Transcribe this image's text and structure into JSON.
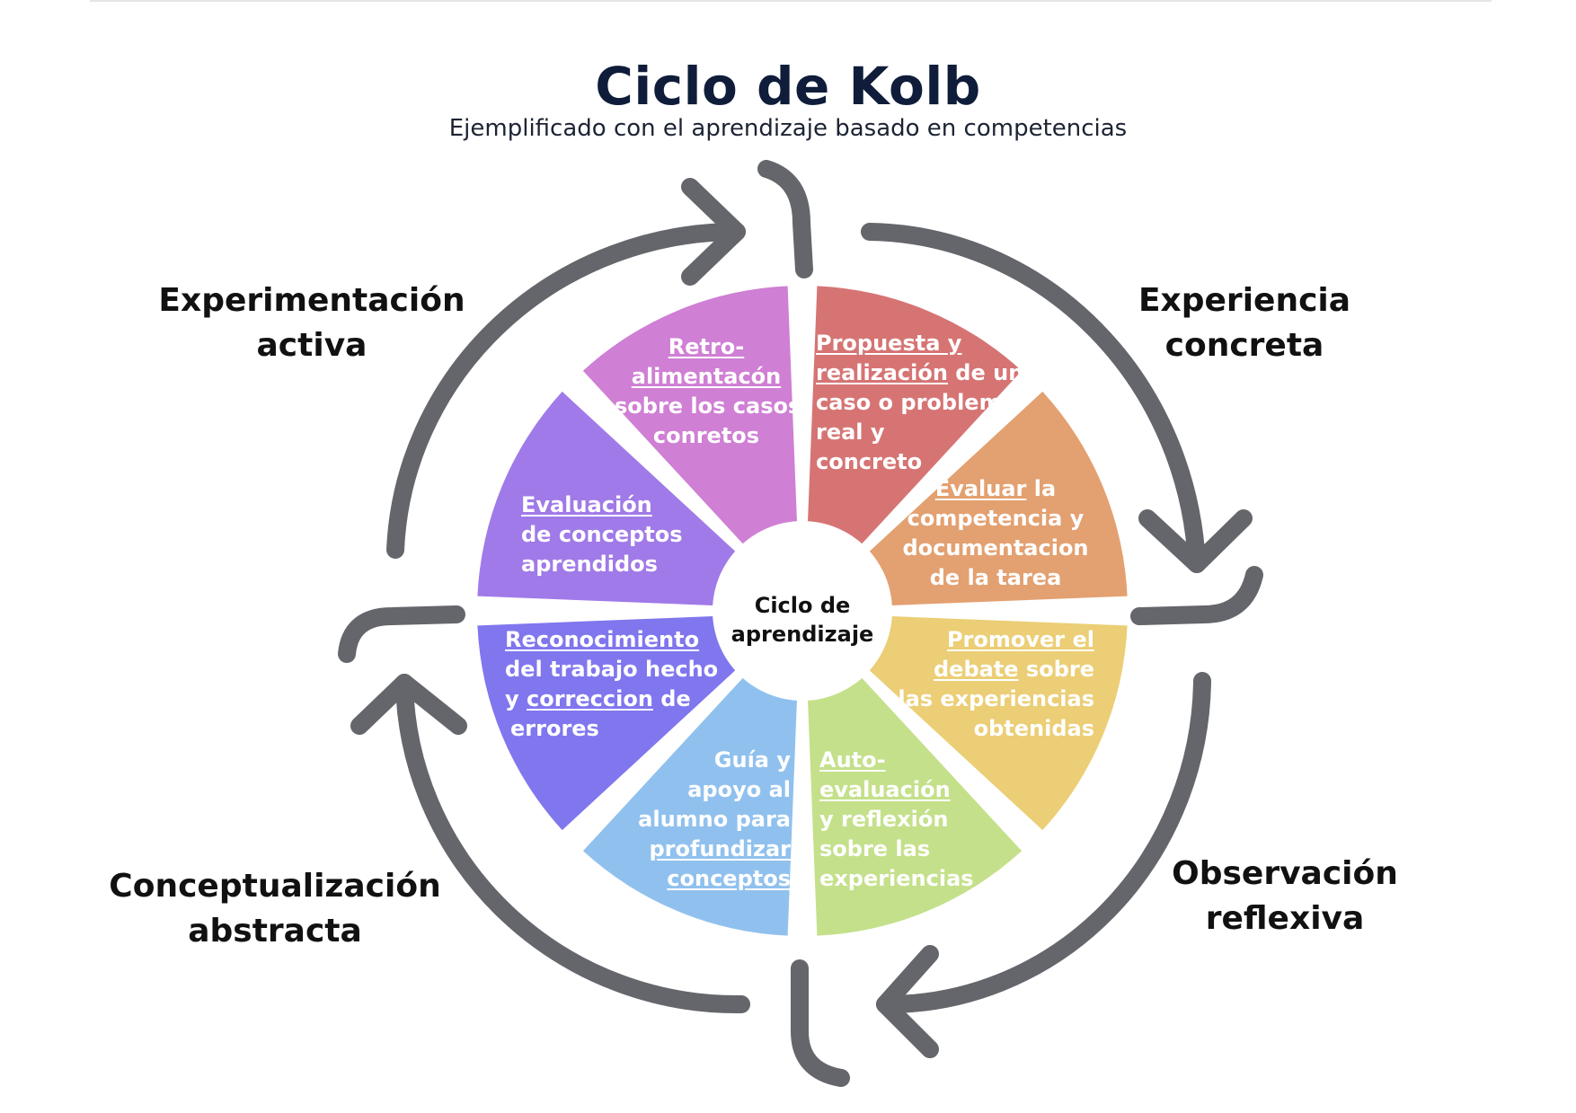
{
  "header": {
    "title": "Ciclo de Kolb",
    "subtitle": "Ejemplificado con el aprendizaje basado en competencias"
  },
  "center": {
    "line1": "Ciclo de",
    "line2": "aprendizaje"
  },
  "stages": {
    "experiencia_concreta": {
      "line1": "Experiencia",
      "line2": "concreta"
    },
    "observacion_reflexiva": {
      "line1": "Observación",
      "line2": "reflexiva"
    },
    "conceptualizacion_abstracta": {
      "line1": "Conceptualización",
      "line2": "abstracta"
    },
    "experimentacion_activa": {
      "line1": "Experimentación",
      "line2": "activa"
    }
  },
  "segments": {
    "propuesta": {
      "l1": "Propuesta y",
      "l2a": "realización",
      "l2b": " de un",
      "l3": "caso o problema",
      "l4": " real y",
      "l5": "concreto"
    },
    "evaluar": {
      "l1a": "Evaluar",
      "l1b": " la",
      "l2": "competencia y",
      "l3": "documentacion",
      "l4": "de  la tarea"
    },
    "promover": {
      "l1": "Promover el",
      "l2a": "debate",
      "l2b": " sobre",
      "l3": "las  experiencias",
      "l4": "obtenidas"
    },
    "autoevaluacion": {
      "l1": "Auto-",
      "l2": "evaluación",
      "l3": " y reflexión",
      "l4": "sobre las",
      "l5": "experiencias"
    },
    "guia": {
      "l1": "Guía y",
      "l2": "apoyo al",
      "l3": "alumno para",
      "l4": "profundizar",
      "l5": "conceptos"
    },
    "reconocimiento": {
      "l1": "Reconocimiento",
      "l2": "del trabajo hecho",
      "l3a": "y ",
      "l3b": "correccion",
      "l3c": " de",
      "l4": "errores"
    },
    "evaluacion_conceptos": {
      "l1": "Evaluación",
      "l2": "de conceptos",
      "l3": "aprendidos"
    },
    "retroalimentacion": {
      "l1": "Retro-",
      "l2": "alimentacón",
      "l3": "sobre los casos",
      "l4": "conretos"
    }
  },
  "colors": {
    "propuesta": "#d67474",
    "evaluar": "#e3a070",
    "promover": "#ebce75",
    "autoevaluacion": "#c4e08a",
    "guia": "#90c1ee",
    "reconocimiento": "#8076ee",
    "evaluacion_conceptos": "#a07ae8",
    "retroalimentacion": "#cf7fd4",
    "arrows": "#64666b",
    "title": "#0f1d3a"
  }
}
